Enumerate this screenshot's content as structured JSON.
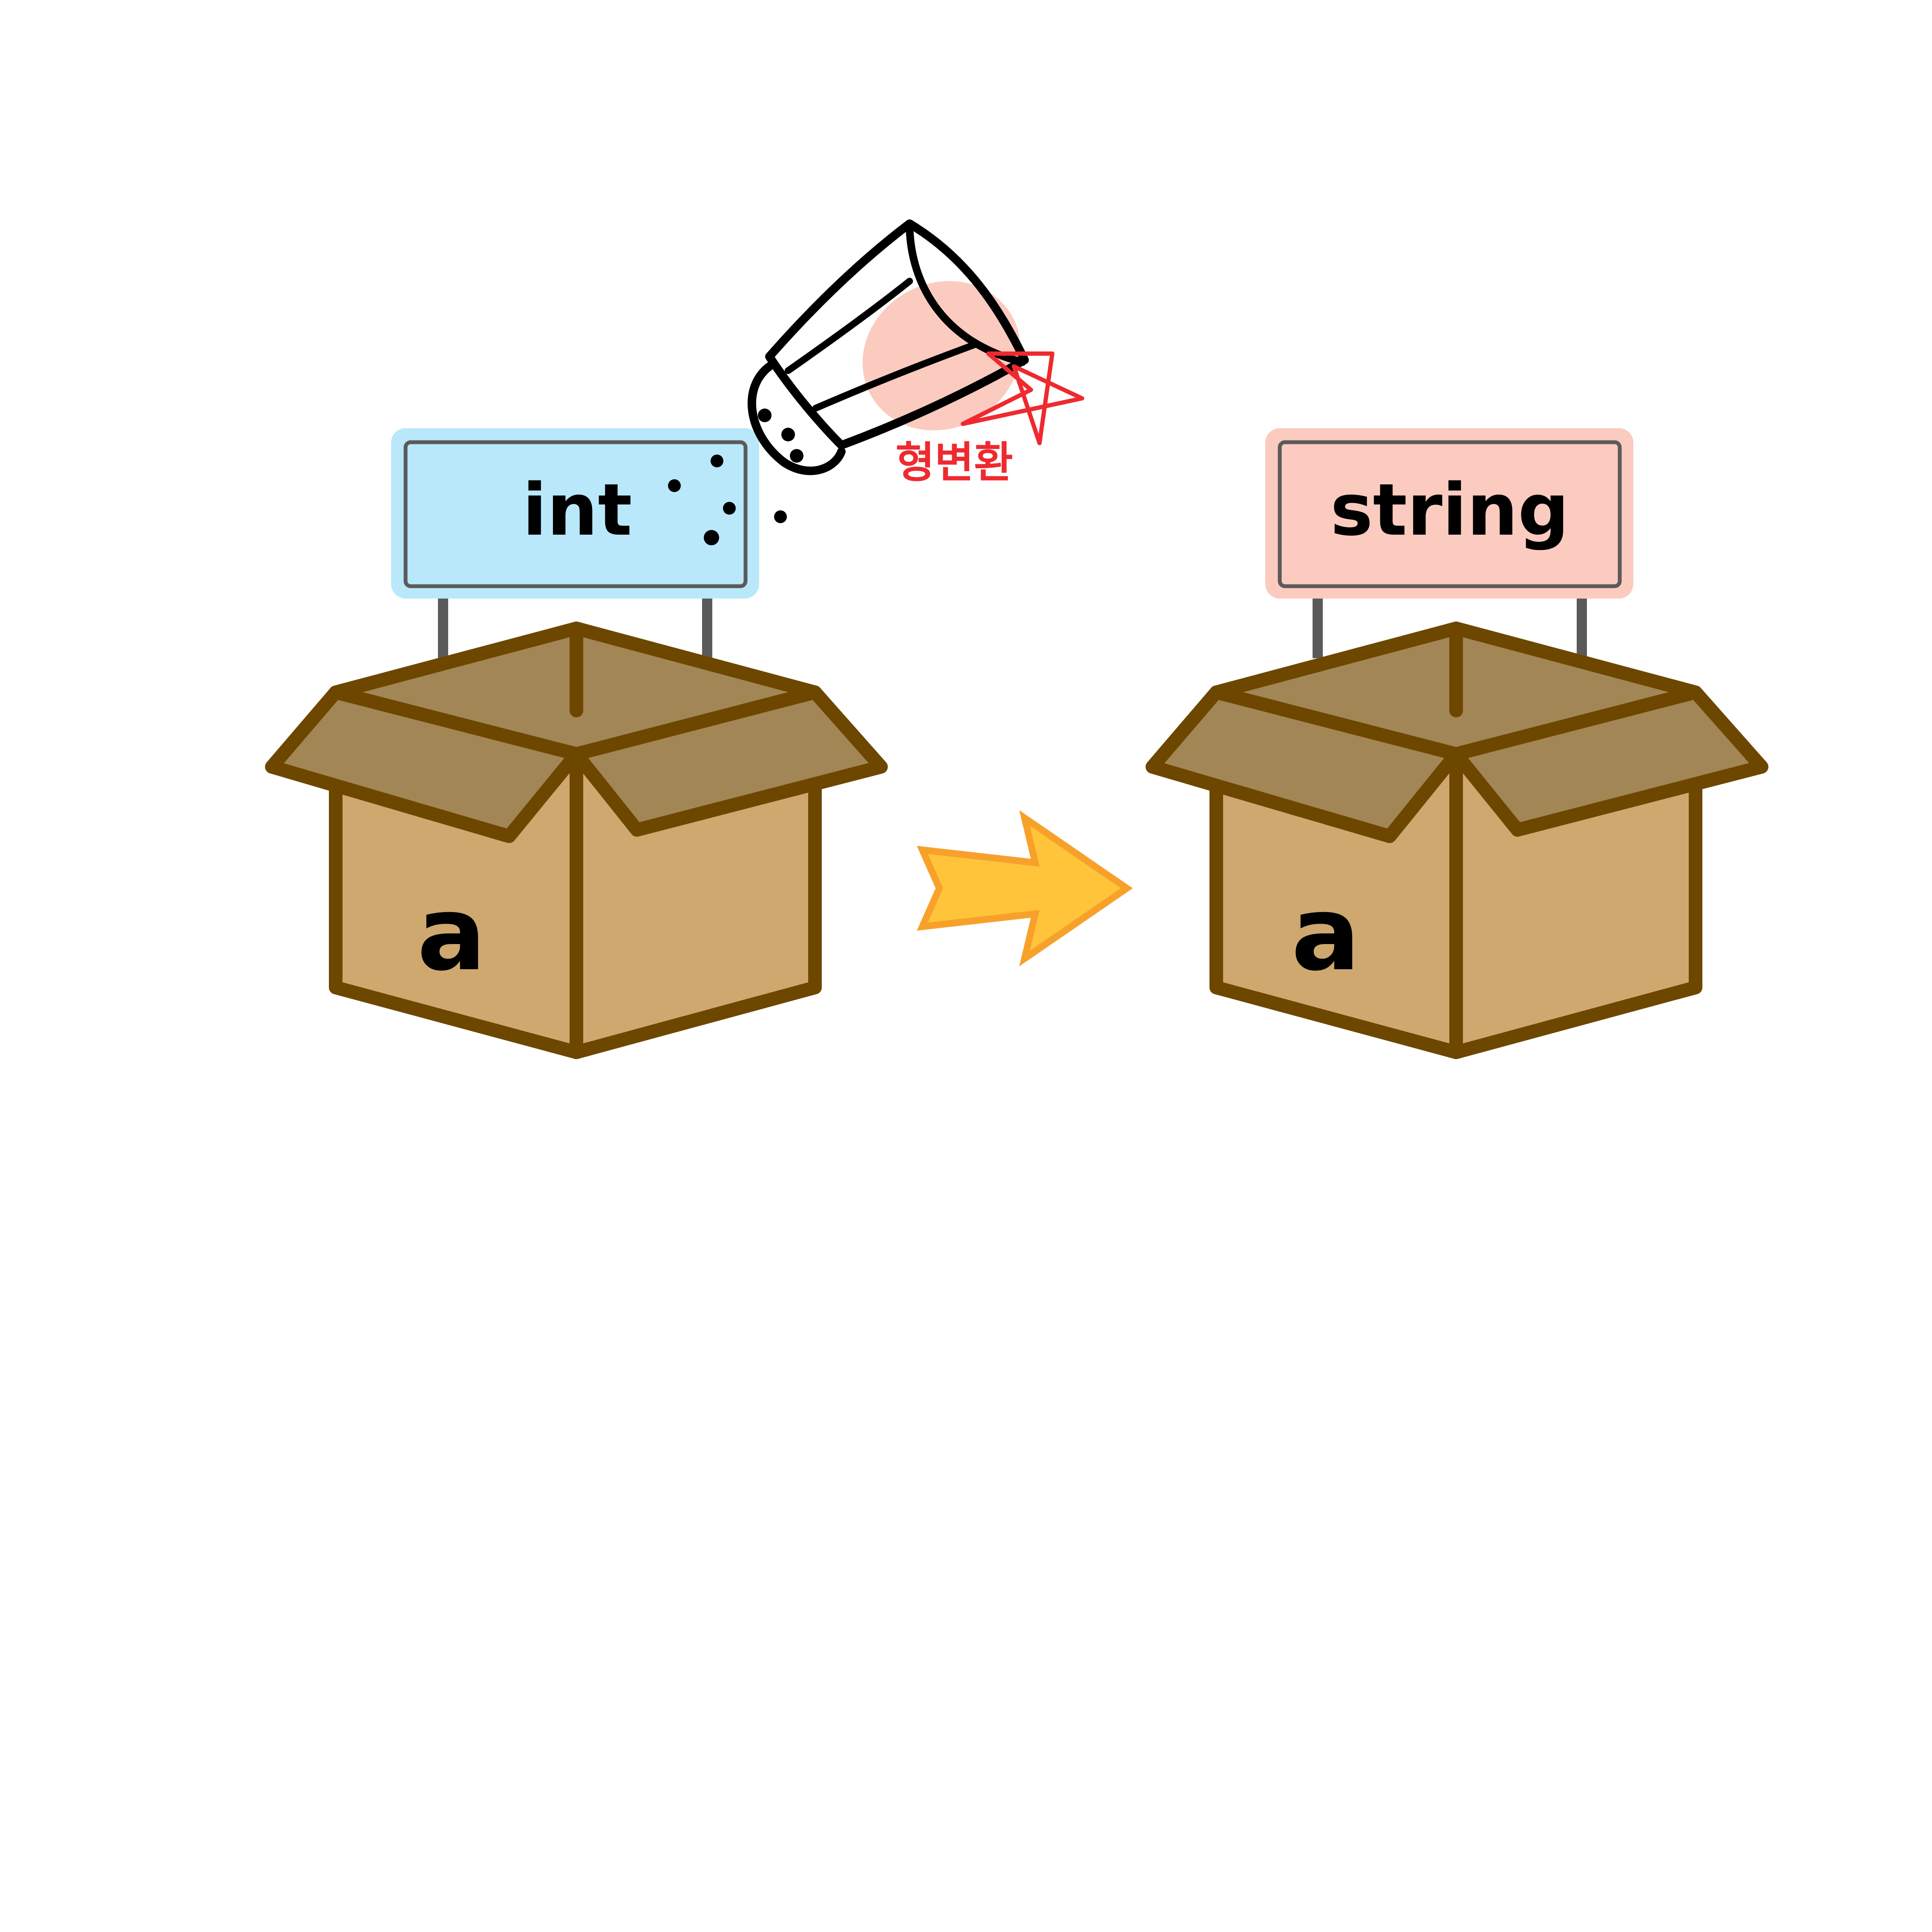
{
  "left_box": {
    "type_label": "int",
    "variable_label": "a",
    "sign_fill": "#b9e8fb",
    "sign_border": "#b9e8fb"
  },
  "right_box": {
    "type_label": "string",
    "variable_label": "a",
    "sign_fill": "#fbcbbf",
    "sign_border": "#fbcbbf"
  },
  "shaker": {
    "label": "형변환",
    "label_color": "#ee2a2f",
    "icon": "salt-shaker-icon"
  },
  "arrow": {
    "icon": "arrow-right-icon",
    "fill": "#ffc43a",
    "stroke": "#f7a12b"
  },
  "colors": {
    "box_outline": "#6d4700",
    "box_front": "#cfa86f",
    "box_flap": "#a38655",
    "sign_post": "#5a5a5a"
  }
}
